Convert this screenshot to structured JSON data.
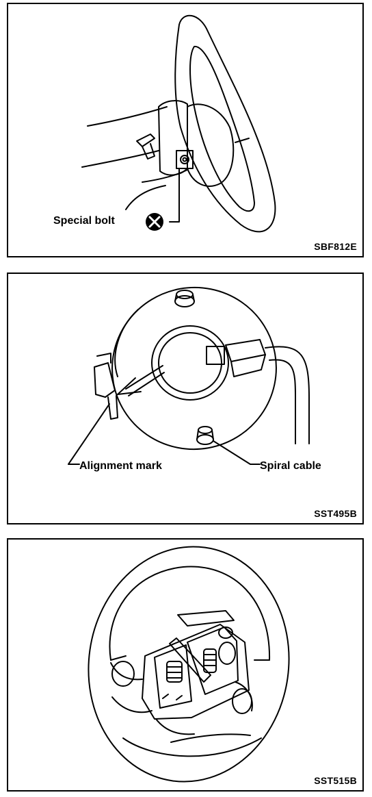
{
  "figures": [
    {
      "code": "SBF812E",
      "callouts": {
        "special_bolt": "Special bolt"
      }
    },
    {
      "code": "SST495B",
      "callouts": {
        "alignment_mark": "Alignment mark",
        "spiral_cable": "Spiral cable"
      }
    },
    {
      "code": "SST515B",
      "callouts": {}
    }
  ]
}
